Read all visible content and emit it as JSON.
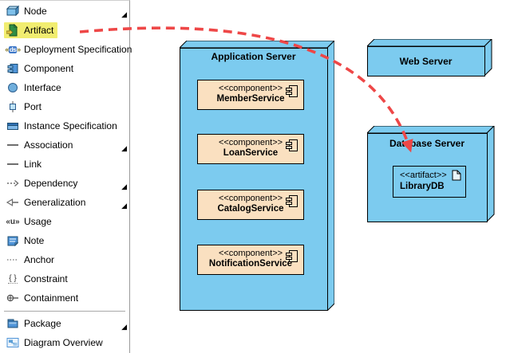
{
  "palette": {
    "items": [
      {
        "label": "Node",
        "icon": "node-icon",
        "submenu": true,
        "selected": false
      },
      {
        "label": "Artifact",
        "icon": "artifact-icon",
        "submenu": false,
        "selected": true
      },
      {
        "label": "Deployment Specification",
        "icon": "deployment-spec-icon",
        "submenu": false,
        "selected": false
      },
      {
        "label": "Component",
        "icon": "component-icon",
        "submenu": false,
        "selected": false
      },
      {
        "label": "Interface",
        "icon": "interface-icon",
        "submenu": false,
        "selected": false
      },
      {
        "label": "Port",
        "icon": "port-icon",
        "submenu": false,
        "selected": false
      },
      {
        "label": "Instance Specification",
        "icon": "instance-spec-icon",
        "submenu": false,
        "selected": false
      },
      {
        "label": "Association",
        "icon": "association-icon",
        "submenu": true,
        "selected": false
      },
      {
        "label": "Link",
        "icon": "link-icon",
        "submenu": false,
        "selected": false
      },
      {
        "label": "Dependency",
        "icon": "dependency-icon",
        "submenu": true,
        "selected": false
      },
      {
        "label": "Generalization",
        "icon": "generalization-icon",
        "submenu": true,
        "selected": false
      },
      {
        "label": "Usage",
        "icon": "usage-icon",
        "submenu": false,
        "selected": false
      },
      {
        "label": "Note",
        "icon": "note-icon",
        "submenu": false,
        "selected": false
      },
      {
        "label": "Anchor",
        "icon": "anchor-icon",
        "submenu": false,
        "selected": false
      },
      {
        "label": "Constraint",
        "icon": "constraint-icon",
        "submenu": false,
        "selected": false
      },
      {
        "label": "Containment",
        "icon": "containment-icon",
        "submenu": false,
        "selected": false
      },
      {
        "separator": true
      },
      {
        "label": "Package",
        "icon": "package-icon",
        "submenu": true,
        "selected": false
      },
      {
        "label": "Diagram Overview",
        "icon": "diagram-overview-icon",
        "submenu": false,
        "selected": false
      }
    ]
  },
  "diagram": {
    "application_server": {
      "title": "Application Server",
      "components": [
        {
          "stereotype": "<<component>>",
          "name": "MemberService"
        },
        {
          "stereotype": "<<component>>",
          "name": "LoanService"
        },
        {
          "stereotype": "<<component>>",
          "name": "CatalogService"
        },
        {
          "stereotype": "<<component>>",
          "name": "NotificationService"
        }
      ]
    },
    "web_server": {
      "title": "Web Server"
    },
    "database_server": {
      "title": "Database Server",
      "artifact": {
        "stereotype": "<<artifact>>",
        "name": "LibraryDB"
      }
    }
  },
  "colors": {
    "node_fill": "#7CCBEF",
    "component_fill": "#FAE0C0",
    "arrow": "#EE4747",
    "selection_highlight": "#F1ED70"
  }
}
